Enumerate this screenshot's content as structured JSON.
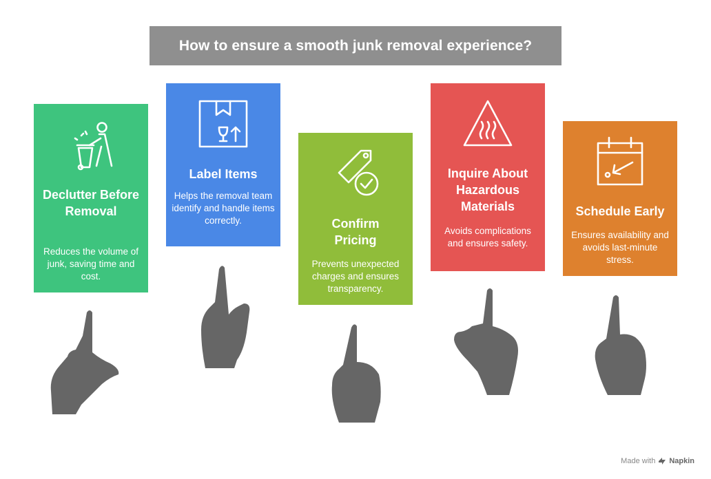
{
  "title": "How to ensure a smooth junk removal experience?",
  "cards": [
    {
      "heading": "Declutter Before Removal",
      "description": "Reduces the volume of junk, saving time and cost.",
      "color": "#3ec47e",
      "icon": "person-trash-icon"
    },
    {
      "heading": "Label Items",
      "description": "Helps the removal team identify and handle items correctly.",
      "color": "#4a88e6",
      "icon": "labeled-box-icon"
    },
    {
      "heading": "Confirm Pricing",
      "description": "Prevents unexpected charges and ensures transparency.",
      "color": "#90bd3a",
      "icon": "price-tag-check-icon"
    },
    {
      "heading": "Inquire About Hazardous Materials",
      "description": "Avoids complications and ensures safety.",
      "color": "#e55553",
      "icon": "hazard-warning-icon"
    },
    {
      "heading": "Schedule Early",
      "description": "Ensures availability and avoids last-minute stress.",
      "color": "#de812e",
      "icon": "calendar-arrow-icon"
    }
  ],
  "footer": {
    "prefix": "Made with",
    "brand": "Napkin",
    "icon": "napkin-logo-icon"
  },
  "hand_color": "#666666"
}
